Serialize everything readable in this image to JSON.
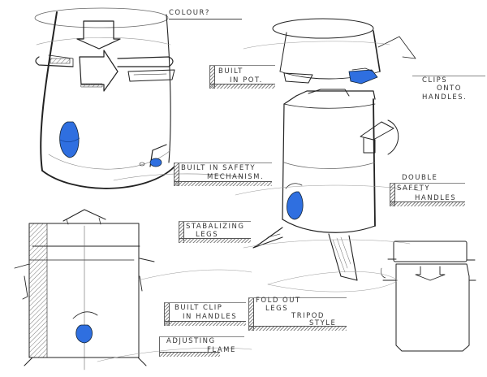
{
  "title": "Sketch sheet: cooking pot / stove concept",
  "colors": {
    "accent": "#2f6fe0",
    "ink": "#222222",
    "paper": "#ffffff"
  },
  "annotations": {
    "colour": "COLOUR?",
    "built_in_pot": [
      "BUILT",
      "IN POT."
    ],
    "clips_onto_handles": [
      "CLIPS",
      "ONTO",
      "HANDLES."
    ],
    "built_in_safety": [
      "BUILT IN SAFETY",
      "MECHANISM."
    ],
    "double_safety": [
      "DOUBLE",
      "SAFETY",
      "HANDLES"
    ],
    "stabalizing_legs": [
      "STABALIZING",
      "LEGS"
    ],
    "built_clip": [
      "BUILT CLIP",
      "IN HANDLES"
    ],
    "fold_out_legs": [
      "FOLD OUT",
      "LEGS",
      "TRIPOD",
      "STYLE"
    ],
    "adjusting_flame": [
      "ADJUSTING",
      "FLAME"
    ]
  },
  "sketches": [
    {
      "name": "top-left-pot-perspective",
      "features": [
        "arrow-down",
        "arrow-right",
        "side-handles",
        "blue-knob",
        "safety-button"
      ]
    },
    {
      "name": "right-stove-with-pot",
      "features": [
        "detached-pot",
        "blue-clip",
        "handle",
        "blue-knob",
        "tripod-legs"
      ]
    },
    {
      "name": "bottom-left-front-view",
      "features": [
        "hatched-side",
        "handles",
        "blue-knob"
      ]
    },
    {
      "name": "bottom-right-small-front-view",
      "features": [
        "lid",
        "arrow-down",
        "handles"
      ]
    }
  ]
}
